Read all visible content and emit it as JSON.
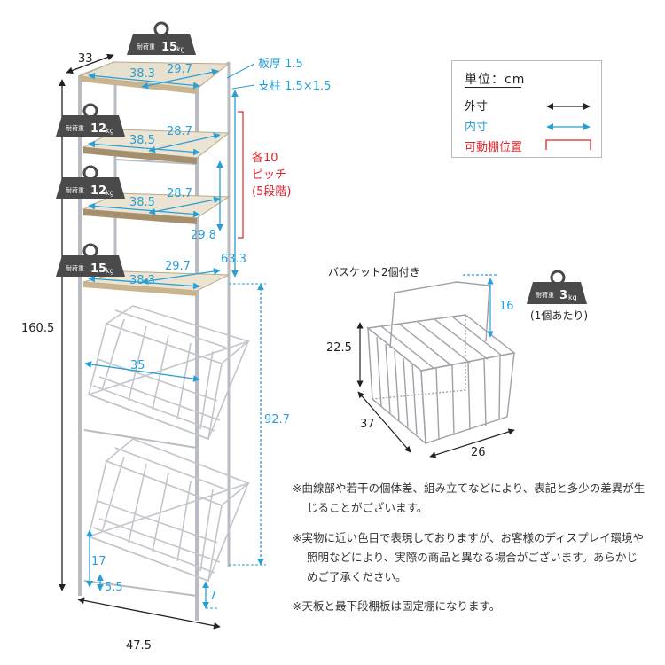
{
  "rack": {
    "dims": {
      "depth": "33",
      "width_outer": "47.5",
      "height_total": "160.5",
      "height_basket_section": "92.7",
      "height_inner_upper": "63.3",
      "height_shelf_gap": "29.8",
      "bottom_clearance": "17",
      "foot_height": "5.5",
      "bottom_shelf_gap": "7",
      "basket_inner_width": "35"
    },
    "shelves": [
      {
        "load_label": "耐荷重",
        "load_value": "15",
        "load_unit": "kg",
        "width": "38.3",
        "depth": "29.7"
      },
      {
        "load_label": "耐荷重",
        "load_value": "12",
        "load_unit": "kg",
        "width": "38.5",
        "depth": "28.7"
      },
      {
        "load_label": "耐荷重",
        "load_value": "12",
        "load_unit": "kg",
        "width": "38.5",
        "depth": "28.7"
      },
      {
        "load_label": "耐荷重",
        "load_value": "15",
        "load_unit": "kg",
        "width": "38.3",
        "depth": "29.7"
      }
    ],
    "board_thickness": "板厚 1.5",
    "post_size": "支柱 1.5×1.5",
    "pitch": [
      "各10",
      "ピッチ",
      "(5段階)"
    ]
  },
  "legend": {
    "title": "単位：cm",
    "outer": "外寸",
    "inner": "内寸",
    "movable": "可動棚位置"
  },
  "basket": {
    "caption": "バスケット2個付き",
    "load_label": "耐荷重",
    "load_value": "3",
    "load_unit": "kg",
    "load_note": "(1個あたり)",
    "height": "22.5",
    "handle_height": "16",
    "depth": "37",
    "width": "26"
  },
  "notes": [
    "※曲線部や若干の個体差、組み立てなどにより、表記と多少の差異が生じることがございます。",
    "※実物に近い色目で表現しておりますが、お客様のディスプレイ環境や照明などにより、実際の商品と異なる場合がございます。あらかじめご了承ください。",
    "※天板と最下段棚板は固定棚になります。"
  ],
  "colors": {
    "outer": "#222222",
    "inner": "#2a9fd6",
    "movable": "#e0242c",
    "board": "#cbbfa6",
    "frame": "#b9bcc2",
    "weight_icon": "#4a4a4a"
  }
}
